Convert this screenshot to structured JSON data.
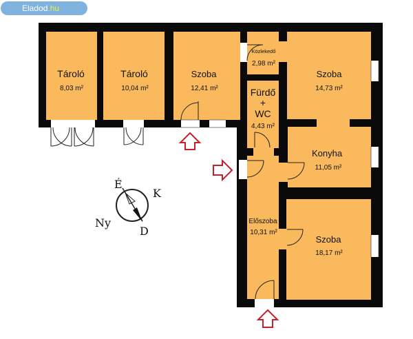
{
  "site_badge": {
    "name": "Eladod",
    "tld": ".hu"
  },
  "rooms": [
    {
      "id": "tarolo-1",
      "name": "Tároló",
      "area": "8,03 m²"
    },
    {
      "id": "tarolo-2",
      "name": "Tároló",
      "area": "10,04 m²"
    },
    {
      "id": "szoba-1",
      "name": "Szoba",
      "area": "12,41 m²"
    },
    {
      "id": "kozlekedo",
      "name": "Közlekedő",
      "area": "2,98 m²"
    },
    {
      "id": "szoba-2",
      "name": "Szoba",
      "area": "14,73 m²"
    },
    {
      "id": "furdo-wc",
      "name_lines": [
        "Fürdő",
        "+",
        "WC"
      ],
      "area": "4,43 m²"
    },
    {
      "id": "konyha",
      "name": "Konyha",
      "area": "11,05 m²"
    },
    {
      "id": "eloszoba",
      "name": "Előszoba",
      "area": "10,31 m²"
    },
    {
      "id": "szoba-3",
      "name": "Szoba",
      "area": "18,17 m²"
    }
  ],
  "compass": {
    "north": "É",
    "east": "K",
    "south": "D",
    "west": "Ny"
  },
  "colors": {
    "room_fill": "#f9b95c",
    "wall": "#0a0a0a",
    "arrow": "#c8202a",
    "badge": "#7fb2dd",
    "badge_tld": "#e6f14a"
  }
}
